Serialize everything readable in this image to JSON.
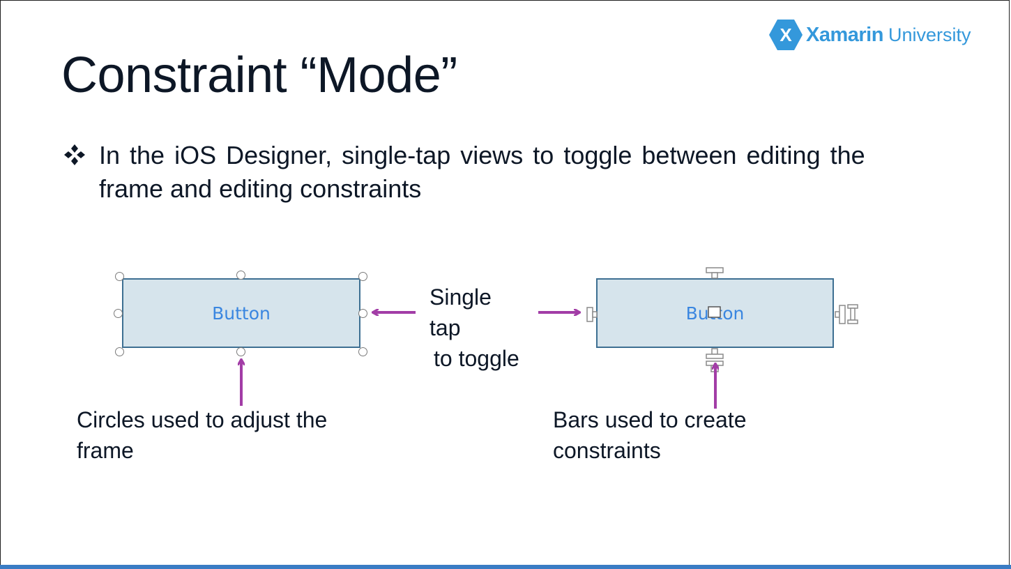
{
  "slide": {
    "title": "Constraint “Mode”",
    "bullet": {
      "icon": "four-diamond-bullet-icon",
      "lines": [
        "In the iOS Designer, single-tap views to toggle between editing the",
        "frame and editing constraints"
      ]
    }
  },
  "logo": {
    "icon": "xamarin-hex-logo-icon",
    "mark": "X",
    "brand": "Xamarin",
    "sub": "University",
    "color": "#3498db"
  },
  "illustration": {
    "left_button_label": "Button",
    "right_button_label": "Button",
    "toggle_caption": [
      "Single",
      "tap",
      "to toggle"
    ],
    "circles_caption": [
      "Circles used to adjust the",
      "frame"
    ],
    "bars_caption": [
      "Bars used to create",
      "constraints"
    ],
    "arrow_color": "#a23da6",
    "button_fill": "#d6e4ec",
    "button_text_color": "#3a86e0"
  },
  "colors": {
    "text": "#0d1726",
    "bottom_bar": "#3a7cc4"
  }
}
